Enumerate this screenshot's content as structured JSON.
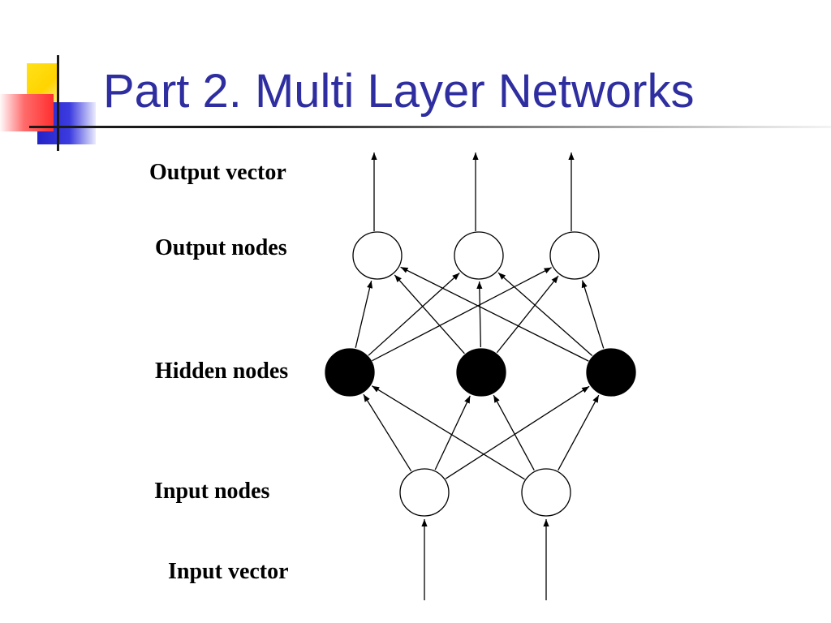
{
  "slide": {
    "title": "Part 2. Multi Layer Networks",
    "title_color": "#2e2ea0"
  },
  "labels": {
    "output_vector": "Output vector",
    "output_nodes": "Output nodes",
    "hidden_nodes": "Hidden nodes",
    "input_nodes": "Input nodes",
    "input_vector": "Input vector"
  },
  "network": {
    "layers": [
      {
        "name": "input",
        "count": 2,
        "fill": "#ffffff"
      },
      {
        "name": "hidden",
        "count": 3,
        "fill": "#000000"
      },
      {
        "name": "output",
        "count": 3,
        "fill": "#ffffff"
      }
    ],
    "connections": "fully-connected between adjacent layers",
    "signal_direction": "upward"
  }
}
